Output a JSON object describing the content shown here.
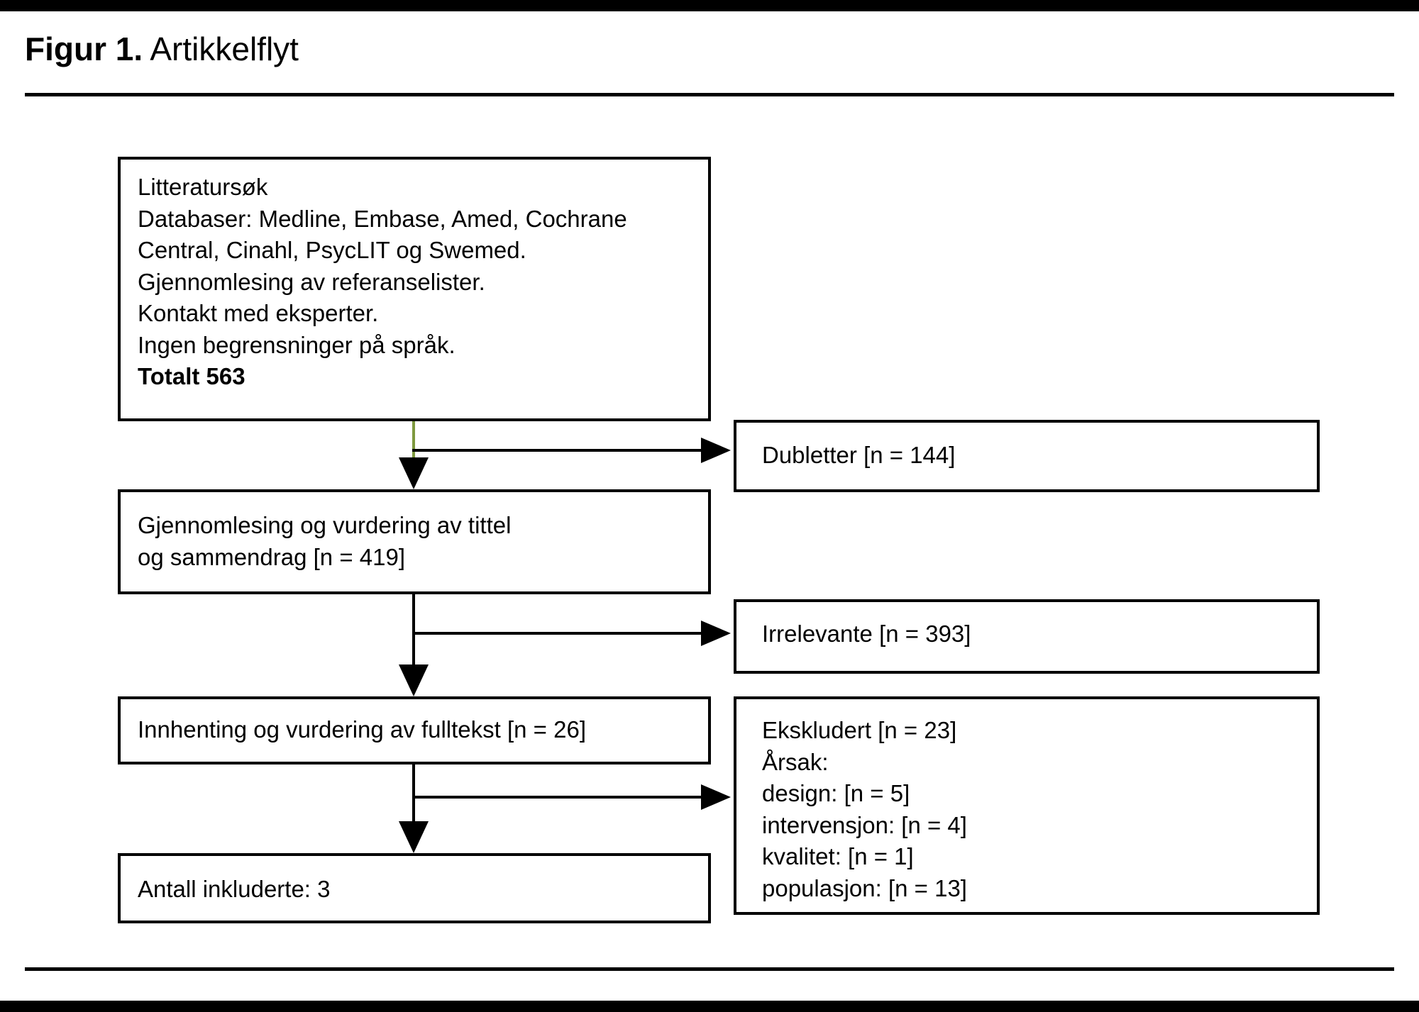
{
  "header": {
    "figure_label": "Figur 1.",
    "figure_title": " Artikkelflyt"
  },
  "colors": {
    "ink": "#000000",
    "arrow_green": "#7e993e"
  },
  "flow": {
    "literature_search": {
      "lines": [
        "Litteratursøk",
        "Databaser: Medline, Embase, Amed, Cochrane",
        "Central, Cinahl, PsycLIT og Swemed.",
        "Gjennomlesing av referanselister.",
        "Kontakt med eksperter.",
        "Ingen begrensninger på språk."
      ],
      "total": "Totalt 563"
    },
    "duplicates": {
      "label": "Dubletter [n = 144]"
    },
    "title_abstract": {
      "lines": [
        "Gjennomlesing og vurdering av tittel",
        "og sammendrag [n = 419]"
      ]
    },
    "irrelevant": {
      "label": "Irrelevante [n = 393]"
    },
    "fulltext": {
      "label": "Innhenting og vurdering av fulltekst [n = 26]"
    },
    "excluded": {
      "lines": [
        "Ekskludert [n = 23]",
        "Årsak:",
        "design: [n = 5]",
        "intervensjon: [n = 4]",
        "kvalitet: [n = 1]",
        "populasjon: [n = 13]"
      ]
    },
    "included": {
      "label": "Antall inkluderte: 3"
    }
  }
}
